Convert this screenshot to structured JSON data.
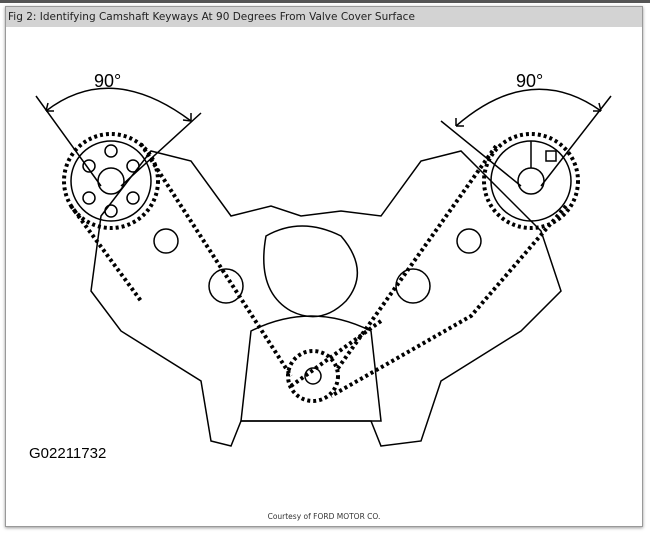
{
  "title": "Fig 2: Identifying Camshaft Keyways At 90 Degrees From Valve Cover Surface",
  "diagram": {
    "angle_left": "90°",
    "angle_right": "90°",
    "figure_code": "G02211732"
  },
  "credit": "Courtesy of FORD MOTOR CO."
}
